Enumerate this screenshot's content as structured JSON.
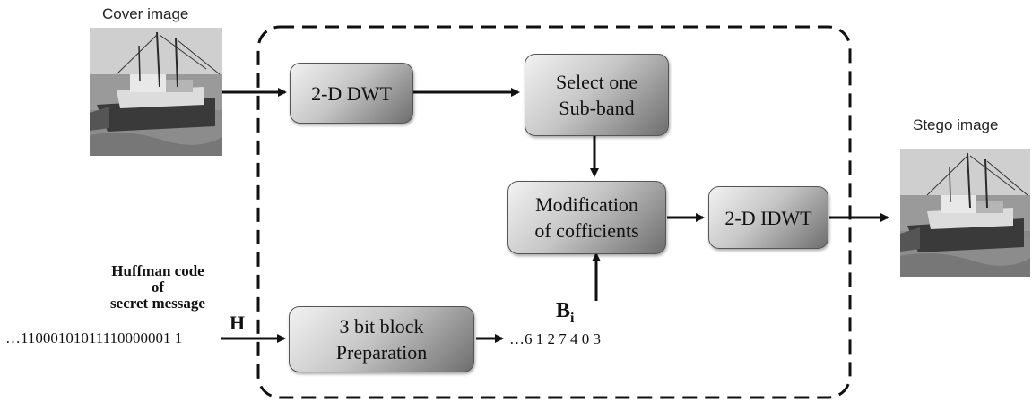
{
  "images": {
    "cover_label": "Cover image",
    "stego_label": "Stego image"
  },
  "blocks": {
    "dwt": "2-D DWT",
    "select_line1": "Select one",
    "select_line2": "Sub-band",
    "modify_line1": "Modification",
    "modify_line2": "of cofficients",
    "idwt": "2-D IDWT",
    "prep_line1": "3 bit block",
    "prep_line2": "Preparation"
  },
  "message": {
    "label_line1": "Huffman code",
    "label_line2": "of",
    "label_line3": "secret message",
    "bits": "…11000101011110000001 1",
    "h_label": "H"
  },
  "blocks_output": {
    "b_symbol": "B",
    "b_subscript": "i",
    "values": "…6 1 2 7 4 0 3"
  }
}
